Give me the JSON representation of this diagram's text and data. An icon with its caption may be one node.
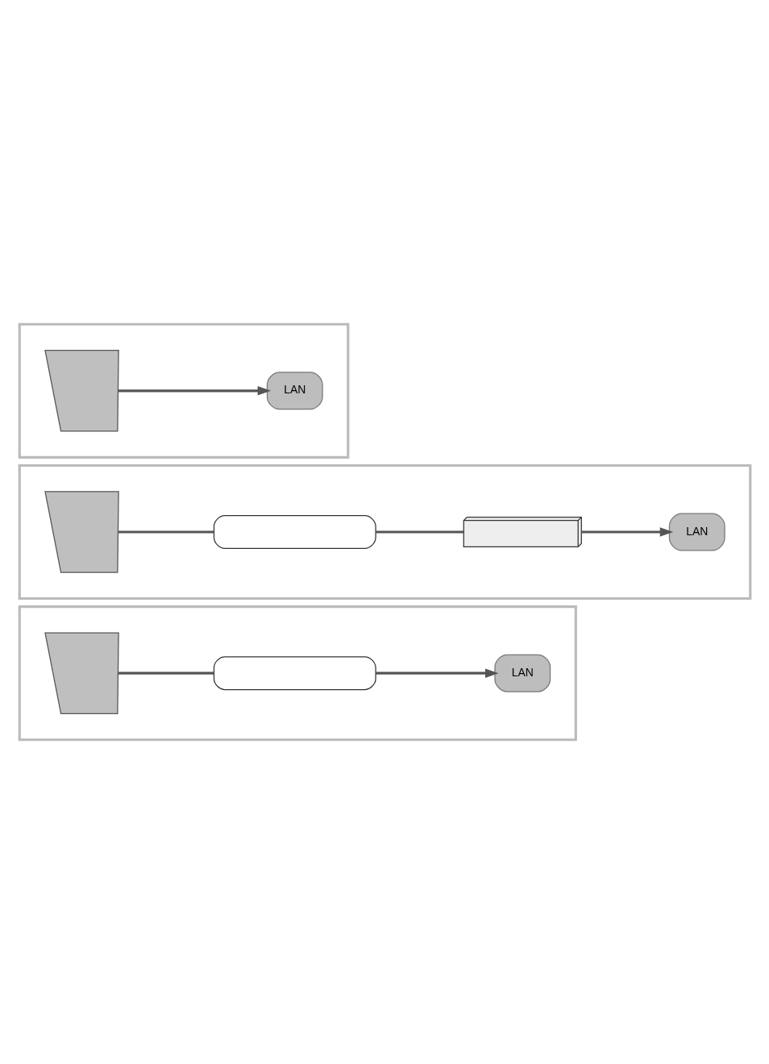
{
  "diagram": {
    "nodes": [
      {
        "text": [],
        "shape": "box"
      },
      {
        "text": [],
        "shape": "box",
        "in": 0
      },
      {
        "text": [],
        "shape": "box",
        "in": 0
      },
      {
        "text": [
          "LAN"
        ],
        "in": 0
      },
      {
        "text": [],
        "shape": "box"
      },
      {
        "text": [],
        "shape": "box",
        "in": 4
      },
      {
        "text": [],
        "shape": "box",
        "in": 4
      },
      {
        "text": [],
        "shape": "box",
        "in": 4
      },
      {
        "text": [
          "LAN"
        ],
        "in": 4
      },
      {
        "text": [],
        "shape": "box"
      },
      {
        "text": [],
        "shape": "box",
        "in": 9
      },
      {
        "text": [
          "LAN"
        ],
        "in": 9
      }
    ],
    "edges": [
      {
        "from": 1,
        "to": 2,
        "arrow": "none"
      },
      {
        "from": 2,
        "to": 3,
        "arrow": "to"
      },
      {
        "from": 5,
        "to": 6,
        "arrow": "none"
      },
      {
        "from": 6,
        "to": 7,
        "arrow": "none"
      },
      {
        "from": 7,
        "to": 8,
        "arrow": "to"
      },
      {
        "from": 10,
        "to": 11,
        "arrow": "to"
      }
    ]
  }
}
